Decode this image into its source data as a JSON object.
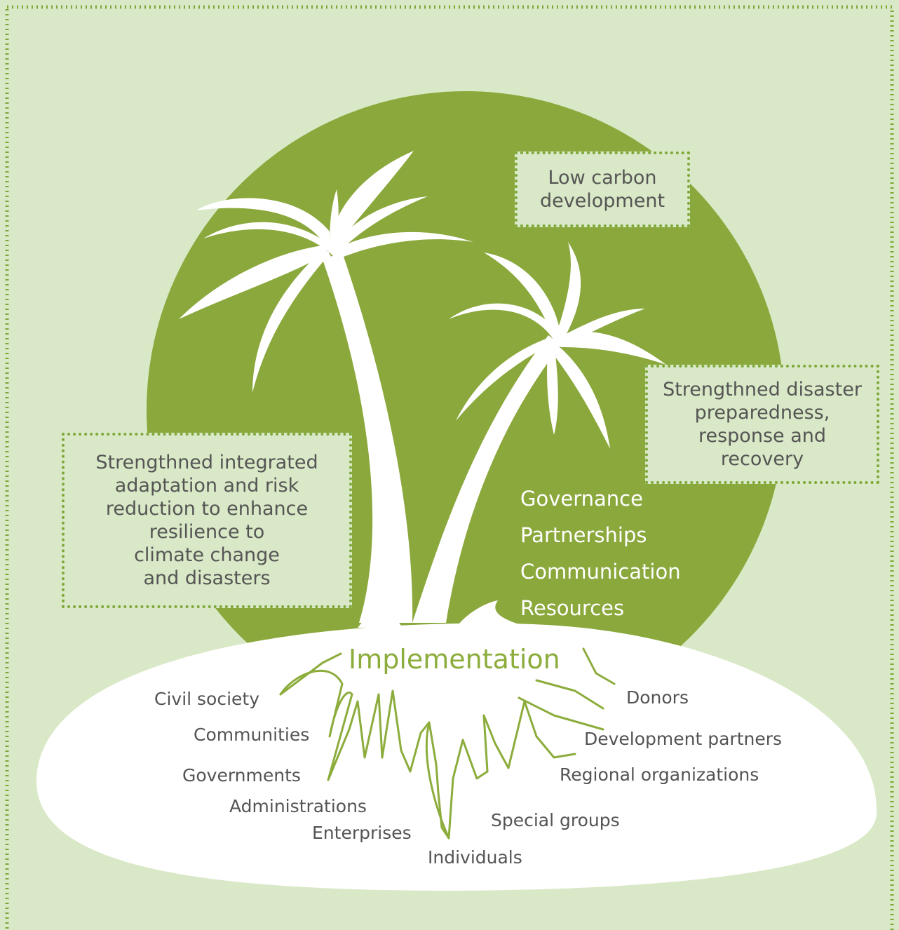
{
  "colors": {
    "background": "#d9e8c6",
    "circle": "#8ba83c",
    "island": "#ffffff",
    "roots": "#8cac3c",
    "border": "#7da838",
    "text": "#555555"
  },
  "icons": [
    "frame-border",
    "palm-tree-tall",
    "palm-tree-short",
    "island",
    "roots"
  ],
  "outcomes": {
    "low_carbon": "Low carbon\ndevelopment",
    "disaster": "Strengthned disaster\npreparedness,\nresponse and\nrecovery",
    "adaptation": "Strengthned integrated\nadaptation and risk\nreduction to enhance\nresilience to\nclimate change\nand disasters"
  },
  "enablers": [
    "Governance",
    "Partnerships",
    "Communication",
    "Resources"
  ],
  "implementation": "Implementation",
  "actors": {
    "civil_society": "Civil society",
    "communities": "Communities",
    "governments": "Governments",
    "administrations": "Administrations",
    "enterprises": "Enterprises",
    "individuals": "Individuals",
    "special_groups": "Special groups",
    "regional_organizations": "Regional organizations",
    "development_partners": "Development partners",
    "donors": "Donors"
  }
}
